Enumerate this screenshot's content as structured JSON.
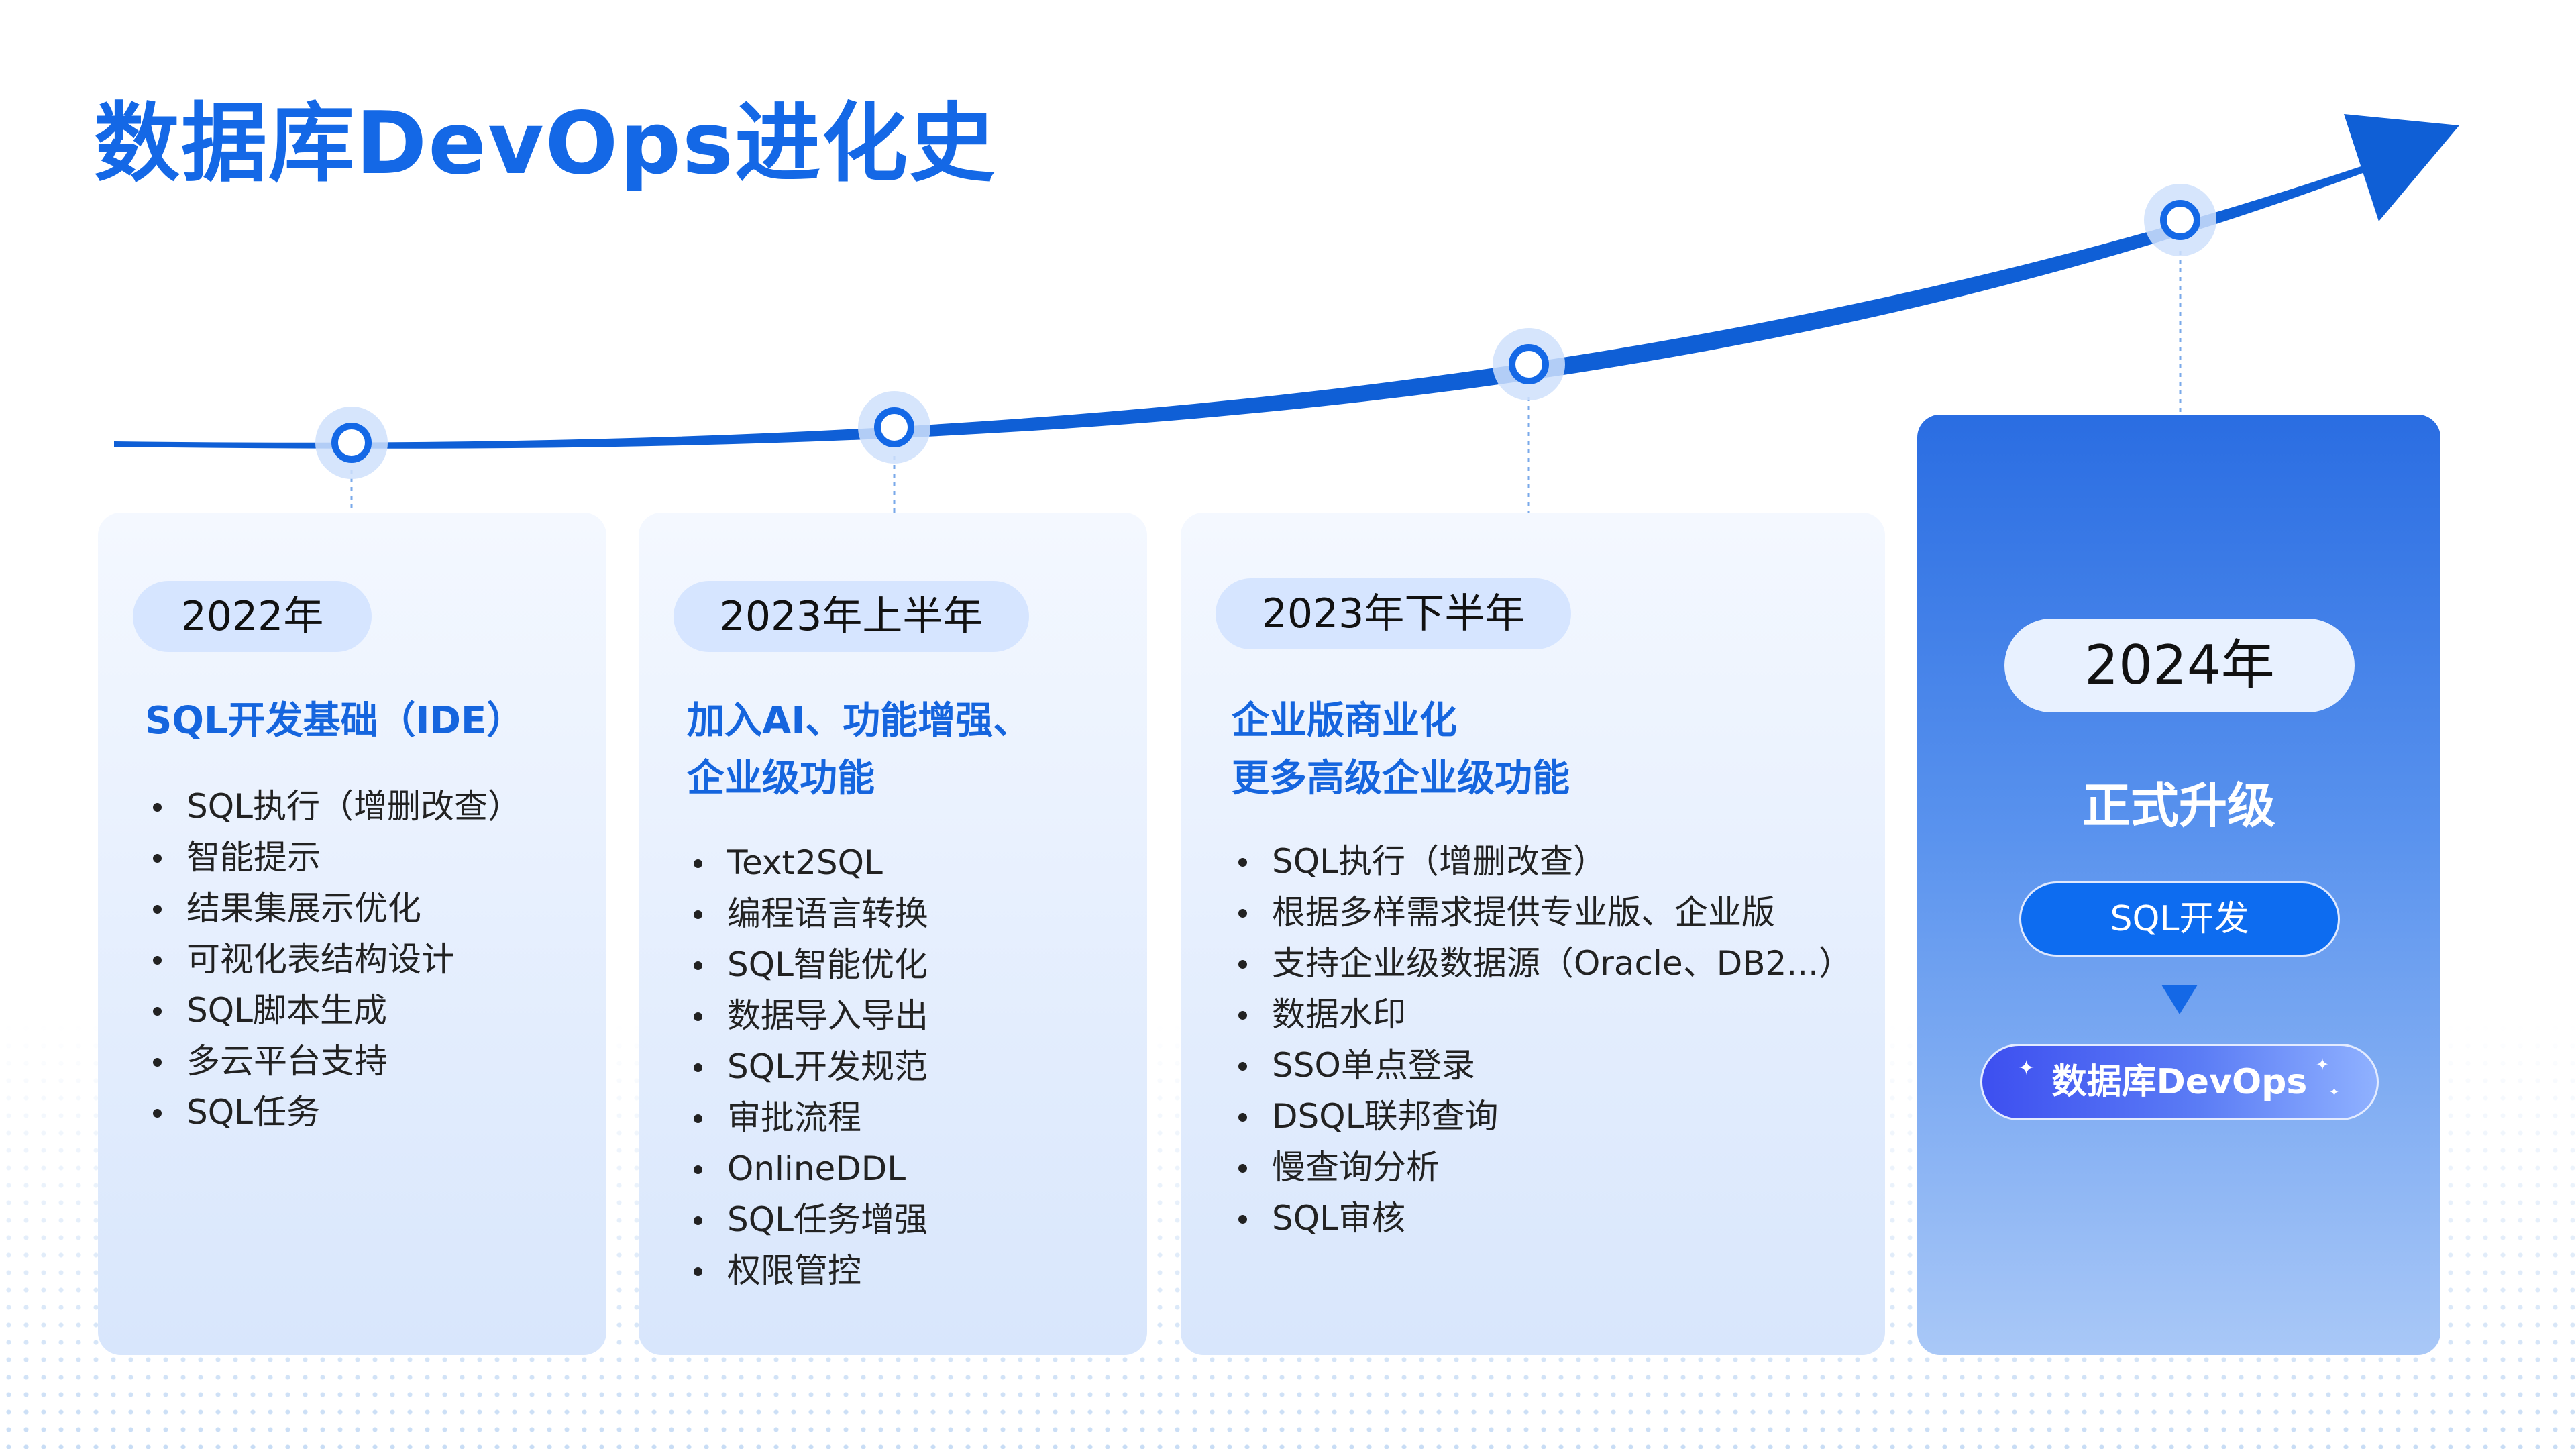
{
  "title": "数据库DevOps进化史",
  "colors": {
    "accent": "#1468e6",
    "card_bg": "#eaf2ff",
    "featured": "#2a6de2"
  },
  "icons": {
    "milestone": "timeline-node-icon",
    "arrow": "arrow-right-icon",
    "flow": "triangle-down-icon",
    "spark": "sparkle-icon"
  },
  "cards": [
    {
      "year": "2022年",
      "heading": [
        "SQL开发基础（IDE）"
      ],
      "items": [
        "SQL执行（增删改查）",
        "智能提示",
        "结果集展示优化",
        "可视化表结构设计",
        "SQL脚本生成",
        "多云平台支持",
        "SQL任务"
      ]
    },
    {
      "year": "2023年上半年",
      "heading": [
        "加入AI、功能增强、",
        "企业级功能"
      ],
      "items": [
        "Text2SQL",
        "编程语言转换",
        "SQL智能优化",
        "数据导入导出",
        "SQL开发规范",
        "审批流程",
        "OnlineDDL",
        "SQL任务增强",
        "权限管控"
      ]
    },
    {
      "year": "2023年下半年",
      "heading": [
        "企业版商业化",
        "更多高级企业级功能"
      ],
      "items": [
        "SQL执行（增删改查）",
        "根据多样需求提供专业版、企业版",
        "支持企业级数据源（Oracle、DB2...）",
        "数据水印",
        "SSO单点登录",
        "DSQL联邦查询",
        "慢查询分析",
        "SQL审核"
      ]
    }
  ],
  "featured": {
    "year": "2024年",
    "subtitle": "正式升级",
    "from": "SQL开发",
    "to": "数据库DevOps"
  }
}
